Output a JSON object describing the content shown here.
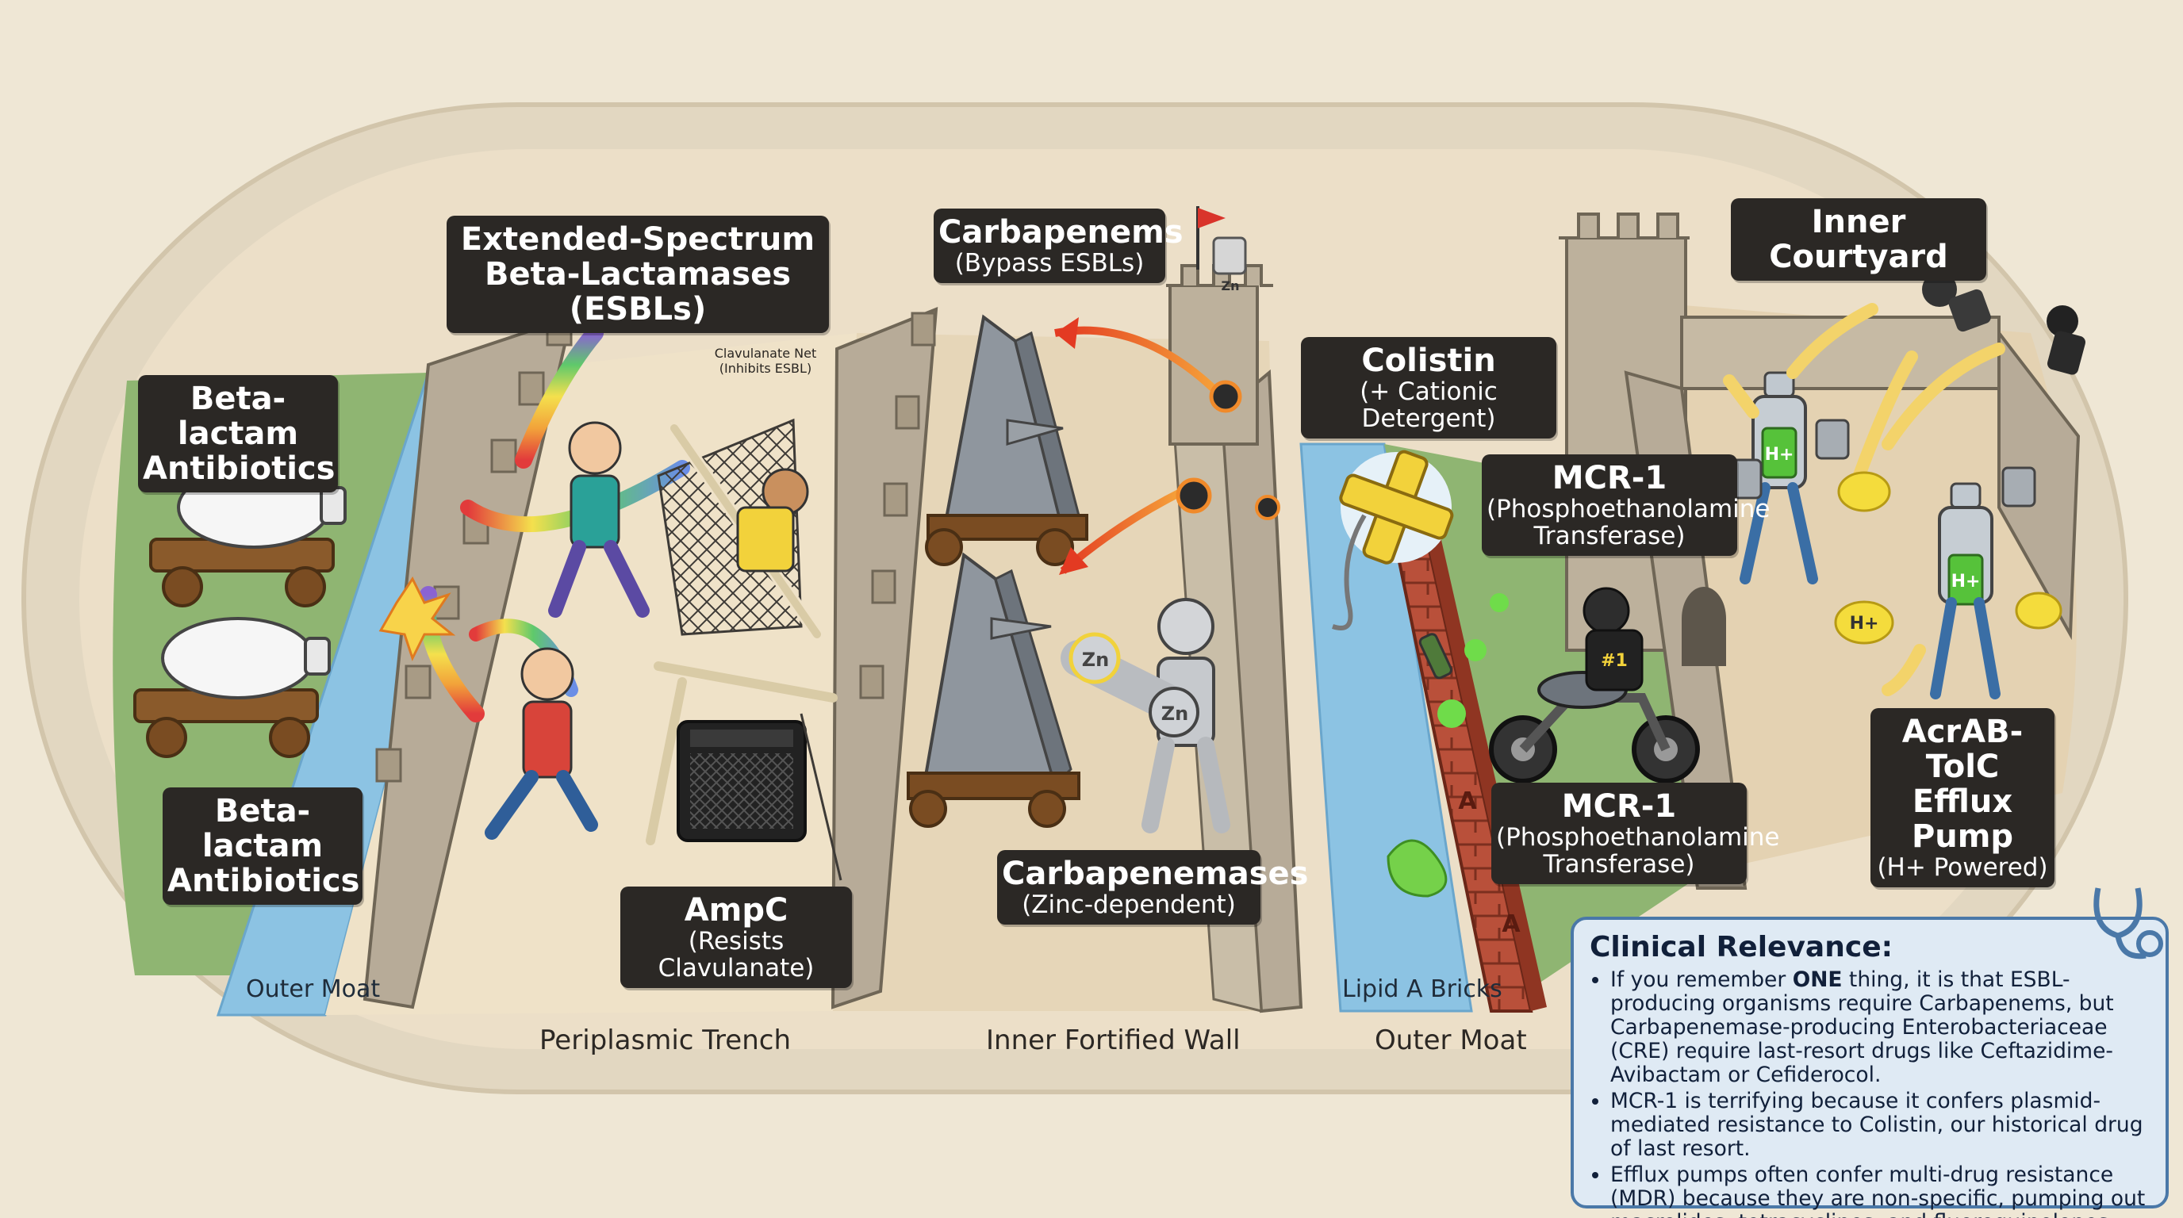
{
  "labels": {
    "beta_lactam_1": {
      "title_l1": "Beta-lactam",
      "title_l2": "Antibiotics"
    },
    "beta_lactam_2": {
      "title_l1": "Beta-lactam",
      "title_l2": "Antibiotics"
    },
    "esbl": {
      "title_l1": "Extended-Spectrum",
      "title_l2": "Beta-Lactamases (ESBLs)"
    },
    "clavulanate": {
      "title": "Clavulanate Net",
      "sub": "(Inhibits ESBL)"
    },
    "ampc": {
      "title": "AmpC",
      "sub": "(Resists Clavulanate)"
    },
    "carbapenems": {
      "title": "Carbapenems",
      "sub": "(Bypass ESBLs)"
    },
    "carbapenemases": {
      "title": "Carbapenemases",
      "sub": "(Zinc-dependent)"
    },
    "colistin": {
      "title": "Colistin",
      "sub": "(+ Cationic Detergent)"
    },
    "mcr1_top": {
      "title": "MCR-1",
      "sub_l1": "(Phosphoethanolamine",
      "sub_l2": "Transferase)"
    },
    "mcr1_bottom": {
      "title": "MCR-1",
      "sub_l1": "(Phosphoethanolamine",
      "sub_l2": "Transferase)"
    },
    "inner_courtyard": {
      "title": "Inner Courtyard"
    },
    "acrab": {
      "title_l1": "AcrAB-TolC",
      "title_l2": "Efflux Pump",
      "sub": "(H+ Powered)"
    }
  },
  "zones": {
    "outer_moat_left": "Outer Moat",
    "periplasmic_trench": "Periplasmic Trench",
    "inner_fortified_wall": "Inner Fortified Wall",
    "outer_moat_right": "Outer Moat",
    "lipid_a_bricks": "Lipid A Bricks"
  },
  "glyphs": {
    "zn": "Zn",
    "h_plus": "H+",
    "lipid_letters": [
      "A",
      "A"
    ],
    "rider_number": "#1"
  },
  "clinical": {
    "title": "Clinical Relevance:",
    "bullet1_pre": "If you remember ",
    "bullet1_bold": "ONE",
    "bullet1_post": " thing, it is that ESBL-producing organisms require Carbapenems, but Carbapenemase-producing Enterobacteriaceae (CRE) require last-resort drugs like Ceftazidime-Avibactam or Cefiderocol.",
    "bullet2": "MCR-1 is terrifying because it confers plasmid-mediated resistance to Colistin, our historical drug of last resort.",
    "bullet3": "Efflux pumps often confer multi-drug resistance (MDR) because they are non-specific, pumping out macrolides, tetracyclines, and fluoroquinolones simultaneously."
  },
  "colors": {
    "background": "#efe7d5",
    "grass": "#8fb572",
    "moat": "#8cc3e3",
    "stone": "#b7ab98",
    "brick": "#b2482e",
    "label_bg": "#2b2825",
    "clinical_bg": "#dfeaf4",
    "clinical_border": "#4a78a8"
  }
}
